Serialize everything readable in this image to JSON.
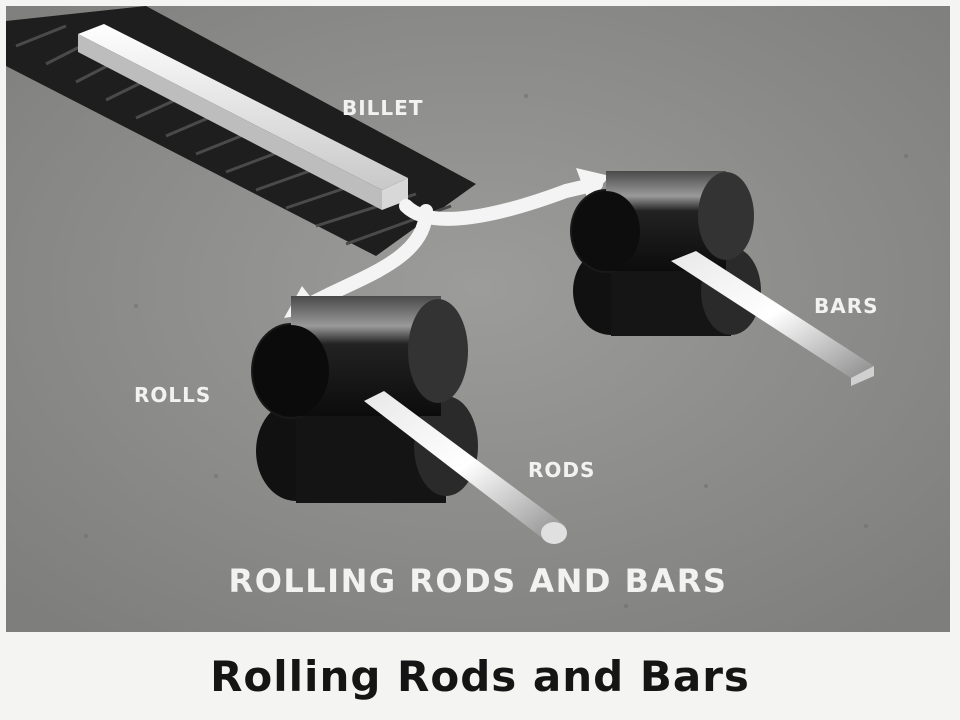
{
  "diagram": {
    "labels": {
      "billet": "BILLET",
      "bars": "BARS",
      "rolls": "ROLLS",
      "rods": "RODS",
      "inner_title": "ROLLING RODS AND BARS"
    },
    "caption": "Rolling Rods and Bars"
  }
}
